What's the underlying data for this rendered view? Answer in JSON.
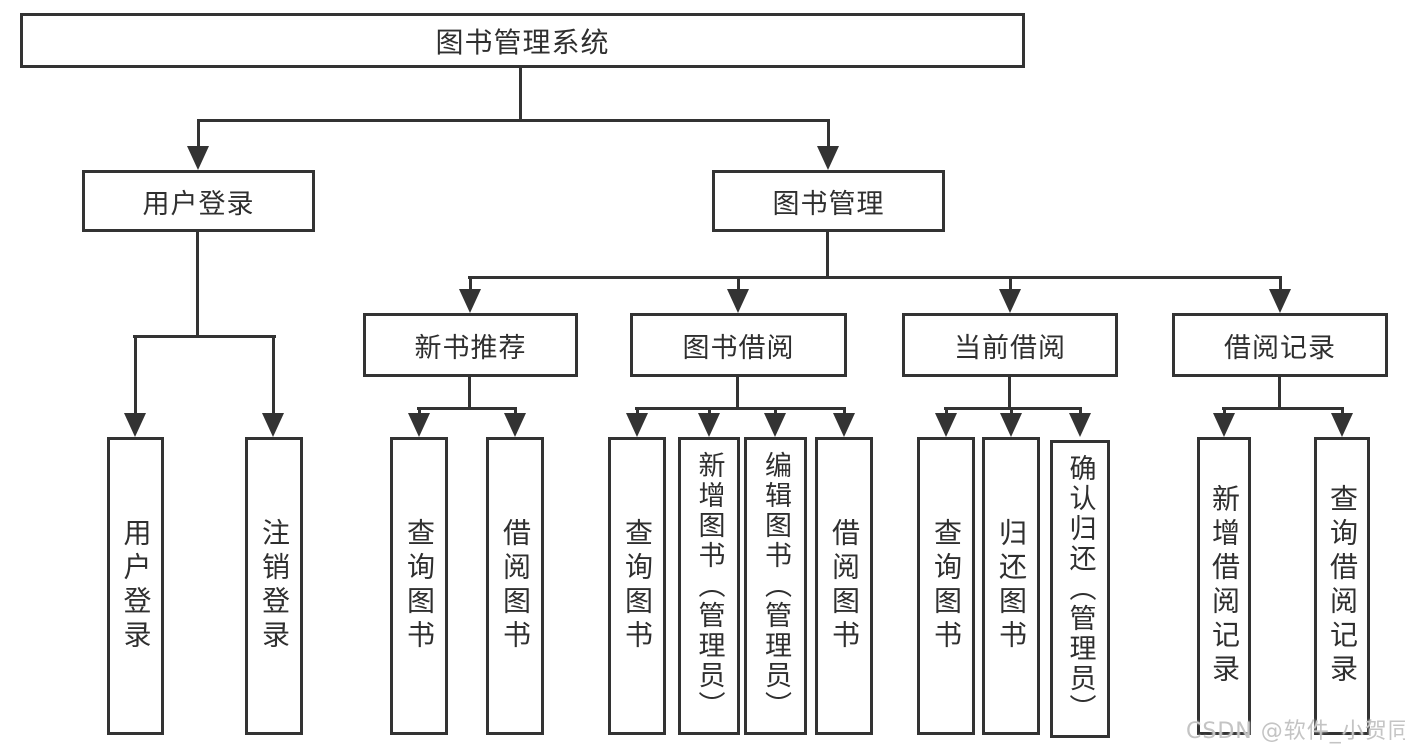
{
  "diagram": {
    "root": {
      "label": "图书管理系统"
    },
    "branches": [
      {
        "label": "用户登录",
        "children": [
          {
            "label": "用户登录"
          },
          {
            "label": "注销登录"
          }
        ]
      },
      {
        "label": "图书管理",
        "children": [
          {
            "label": "新书推荐",
            "children": [
              {
                "label": "查询图书"
              },
              {
                "label": "借阅图书"
              }
            ]
          },
          {
            "label": "图书借阅",
            "children": [
              {
                "label": "查询图书"
              },
              {
                "label": "新增图书（管理员）"
              },
              {
                "label": "编辑图书（管理员）"
              },
              {
                "label": "借阅图书"
              }
            ]
          },
          {
            "label": "当前借阅",
            "children": [
              {
                "label": "查询图书"
              },
              {
                "label": "归还图书"
              },
              {
                "label": "确认归还（管理员）"
              }
            ]
          },
          {
            "label": "借阅记录",
            "children": [
              {
                "label": "新增借阅记录"
              },
              {
                "label": "查询借阅记录"
              }
            ]
          }
        ]
      }
    ]
  },
  "watermark": {
    "text": "CSDN @软件_小贺同学"
  },
  "colors": {
    "line": "#333333",
    "text": "#2f2f2f",
    "watermark": "#c4c4c4",
    "background": "#ffffff"
  }
}
